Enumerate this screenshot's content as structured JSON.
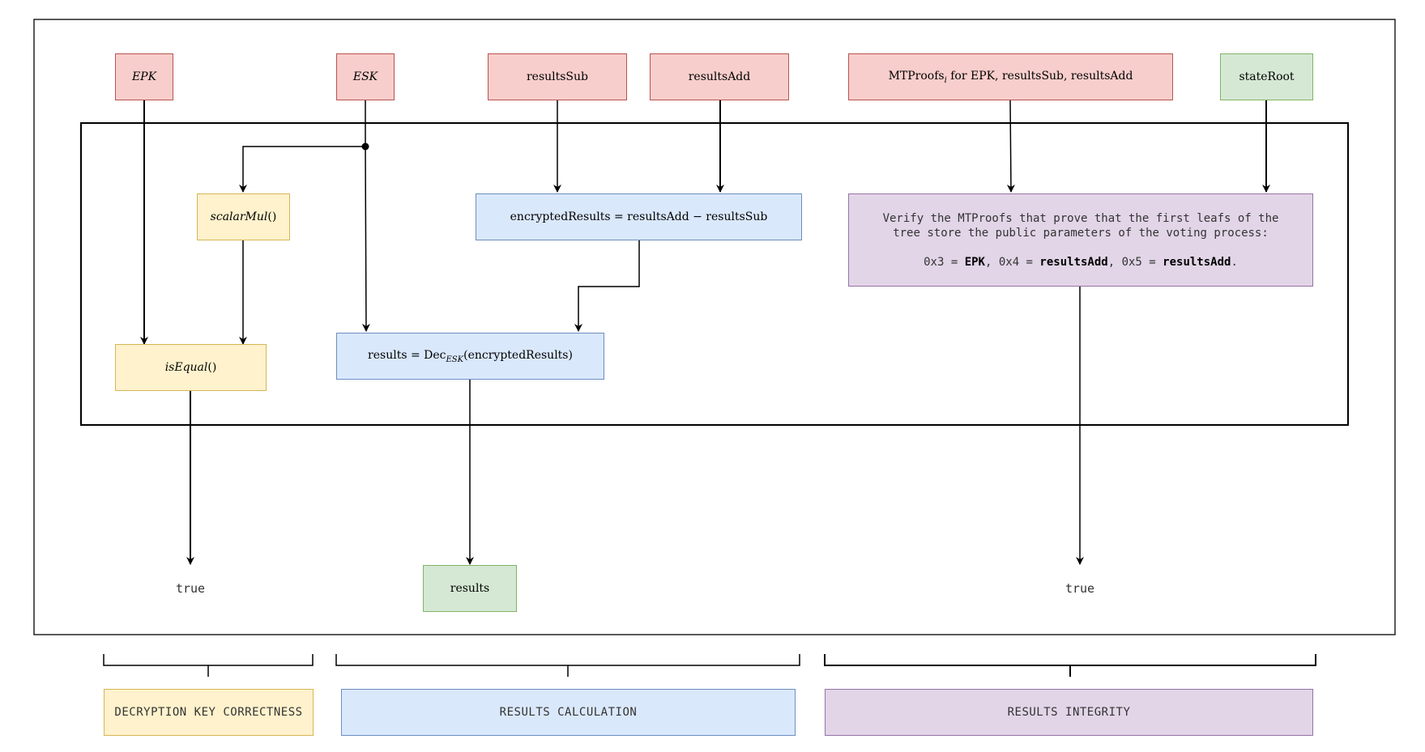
{
  "inputs": {
    "epk": "EPK",
    "esk": "ESK",
    "results_sub": "resultsSub",
    "results_add": "resultsAdd",
    "mtproofs_prefix": "MTProofs",
    "mtproofs_sub": "i",
    "mtproofs_suffix": " for EPK, resultsSub, resultsAdd",
    "state_root": "stateRoot"
  },
  "operations": {
    "scalar_mul": "scalarMul",
    "scalar_mul_parens": "()",
    "is_equal": "isEqual",
    "is_equal_parens": "()",
    "encrypted_results": "encryptedResults = resultsAdd − resultsSub",
    "results_lhs": "results = Dec",
    "results_sub": "ESK",
    "results_rhs": "(encryptedResults)",
    "verify_line1": "Verify the MTProofs that prove that the first leafs of the",
    "verify_line2": "tree store the public parameters of the voting process:",
    "verify_k1": "0x3 = ",
    "verify_v1": "EPK",
    "verify_k2": ", 0x4 = ",
    "verify_v2": "resultsAdd",
    "verify_k3": ", 0x5 = ",
    "verify_v3": "resultsAdd",
    "verify_end": "."
  },
  "outputs": {
    "true_left": "true",
    "results": "results",
    "true_right": "true"
  },
  "sections": {
    "decryption": "DECRYPTION KEY CORRECTNESS",
    "calculation": "RESULTS CALCULATION",
    "integrity": "RESULTS INTEGRITY"
  },
  "colors": {
    "red_fill": "#f8cecc",
    "red_stroke": "#b85450",
    "green_fill": "#d5e8d4",
    "green_stroke": "#82b366",
    "yellow_fill": "#fff2cc",
    "yellow_stroke": "#d6b656",
    "blue_fill": "#dae8fc",
    "blue_stroke": "#6c8ebf",
    "purple_fill": "#e1d5e7",
    "purple_stroke": "#9673a6"
  }
}
